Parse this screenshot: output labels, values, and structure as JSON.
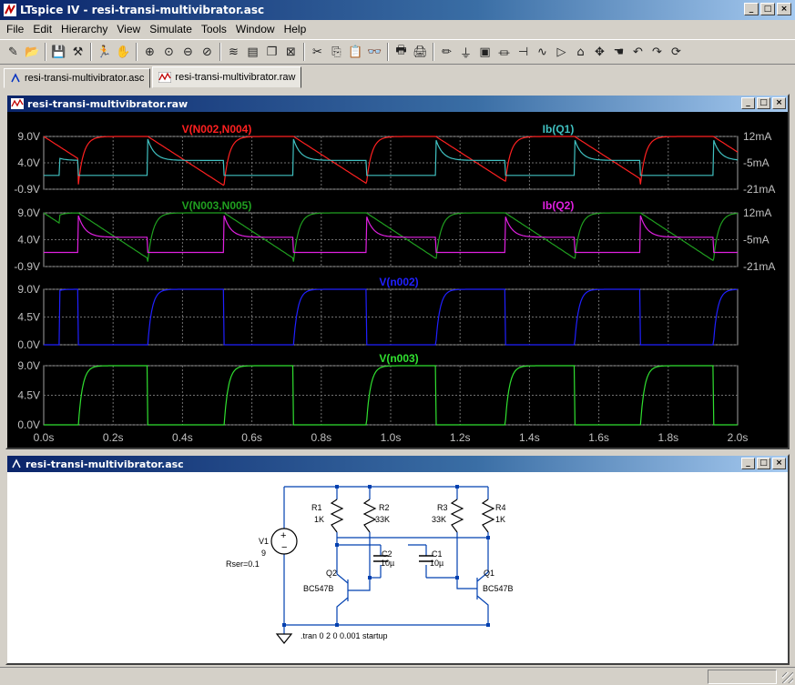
{
  "window": {
    "title": "LTspice IV - resi-transi-multivibrator.asc"
  },
  "menu": [
    "File",
    "Edit",
    "Hierarchy",
    "View",
    "Simulate",
    "Tools",
    "Window",
    "Help"
  ],
  "toolbar_icons": [
    "new-schematic-icon",
    "open-icon",
    "save-icon",
    "control-panel-icon",
    "run-icon",
    "halt-icon",
    "zoom-in-icon",
    "zoom-pan-icon",
    "zoom-out-icon",
    "zoom-fit-icon",
    "autorange-icon",
    "tile-icon",
    "cascade-icon",
    "close-all-icon",
    "cut-icon",
    "copy-icon",
    "paste-icon",
    "find-icon",
    "print-setup-icon",
    "print-icon",
    "draw-wire-icon",
    "ground-icon",
    "label-net-icon",
    "resistor-icon",
    "capacitor-icon",
    "inductor-icon",
    "diode-icon",
    "component-icon",
    "move-icon",
    "drag-icon",
    "undo-icon",
    "redo-icon",
    "rotate-icon"
  ],
  "tabs": [
    {
      "label": "resi-transi-multivibrator.asc",
      "icon": "schematic-icon"
    },
    {
      "label": "resi-transi-multivibrator.raw",
      "icon": "waveform-icon"
    }
  ],
  "wave_window": {
    "title": "resi-transi-multivibrator.raw"
  },
  "sch_window": {
    "title": "resi-transi-multivibrator.asc"
  },
  "colors": {
    "red": "#ff2020",
    "cyan": "#40c0c0",
    "green_dark": "#20a020",
    "magenta": "#e020e0",
    "blue": "#2020ff",
    "green": "#30e030",
    "grid": "#808080"
  },
  "chart_data": {
    "type": "line",
    "x_axis": {
      "label_values": [
        "0.0s",
        "0.2s",
        "0.4s",
        "0.6s",
        "0.8s",
        "1.0s",
        "1.2s",
        "1.4s",
        "1.6s",
        "1.8s",
        "2.0s"
      ],
      "range": [
        0,
        2.0
      ],
      "unit": "s"
    },
    "panes": [
      {
        "traces": [
          {
            "name": "V(N002,N004)",
            "color": "#ff2020",
            "axis": "left"
          },
          {
            "name": "Ib(Q1)",
            "color": "#40c0c0",
            "axis": "right"
          }
        ],
        "left_ticks": [
          "9.0V",
          "4.0V",
          "-0.9V"
        ],
        "right_ticks": [
          "12mA",
          "-5mA",
          "-21mA"
        ]
      },
      {
        "traces": [
          {
            "name": "V(N003,N005)",
            "color": "#20a020",
            "axis": "left"
          },
          {
            "name": "Ib(Q2)",
            "color": "#e020e0",
            "axis": "right"
          }
        ],
        "left_ticks": [
          "9.0V",
          "4.0V",
          "-0.9V"
        ],
        "right_ticks": [
          "12mA",
          "-5mA",
          "-21mA"
        ]
      },
      {
        "traces": [
          {
            "name": "V(n002)",
            "color": "#2020ff",
            "axis": "left"
          }
        ],
        "left_ticks": [
          "9.0V",
          "4.5V",
          "0.0V"
        ],
        "right_ticks": []
      },
      {
        "traces": [
          {
            "name": "V(n003)",
            "color": "#30e030",
            "axis": "left"
          }
        ],
        "left_ticks": [
          "9.0V",
          "4.5V",
          "0.0V"
        ],
        "right_ticks": []
      }
    ]
  },
  "schematic": {
    "labels": {
      "r1_name": "R1",
      "r1_val": "1K",
      "r2_name": "R2",
      "r2_val": "33K",
      "r3_name": "R3",
      "r3_val": "33K",
      "r4_name": "R4",
      "r4_val": "1K",
      "c2_name": "C2",
      "c2_val": "10µ",
      "c1_name": "C1",
      "c1_val": "10µ",
      "q2_name": "Q2",
      "q2_model": "BC547B",
      "q1_name": "Q1",
      "q1_model": "BC547B",
      "v1_name": "V1",
      "v1_val": "9",
      "v1_rser": "Rser=0.1",
      "directive": ".tran 0 2 0 0.001 startup"
    }
  }
}
